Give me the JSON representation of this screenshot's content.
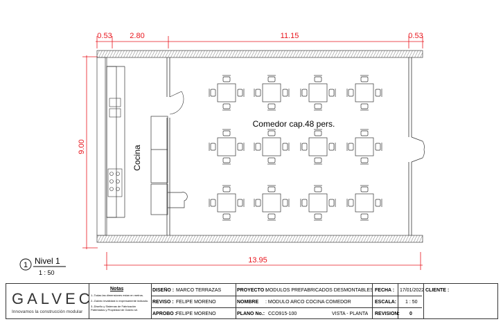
{
  "dimensions": {
    "top_segments": [
      "0.53",
      "2.80",
      "11.15",
      "0.53"
    ],
    "left": "9.00",
    "bottom": "13.95"
  },
  "rooms": {
    "kitchen": "Cocina",
    "dining": "Comedor cap.48 pers."
  },
  "level": {
    "number": "1",
    "name": "Nivel 1",
    "scale": "1 : 50"
  },
  "dining_layout": {
    "table_rows": 3,
    "table_cols": 4,
    "chairs_per_table": 4
  },
  "title_block": {
    "logo": "GALVEC",
    "tagline": "Innovamos la construcción modular",
    "notes_title": "Notas",
    "notes": [
      "1.-Todas las dimensiones estan en metros.",
      "2.-Galvec invalidará lo expresamente indicado.",
      "3.-Diseño y Sistemas de Fabricación Patentados y Propiedad de Galvec srl."
    ],
    "design_label": "DISEÑO :",
    "design_value": "MARCO TERRAZAS",
    "review_label": "REVISO :",
    "review_value": "FELIPE MORENO",
    "approve_label": "APROBO :",
    "approve_value": "FELIPE MORENO",
    "project_label": "PROYECTO :",
    "project_value": "MODULOS PREFABRICADOS DESMONTABLES",
    "name_label": "NOMBRE",
    "name_value": ": MODULO ARCO COCINA COMEDOR",
    "plan_label": "PLANO No.:",
    "plan_value": "CCO915-100",
    "view": "VISTA - PLANTA",
    "date_label": "FECHA :",
    "date_value": "17/01/2022",
    "scale_label": "ESCALA:",
    "scale_value": "1 : 50",
    "revision_label": "REVISION:",
    "revision_value": "0",
    "client_label": "CLIENTE :",
    "client_value": ""
  }
}
